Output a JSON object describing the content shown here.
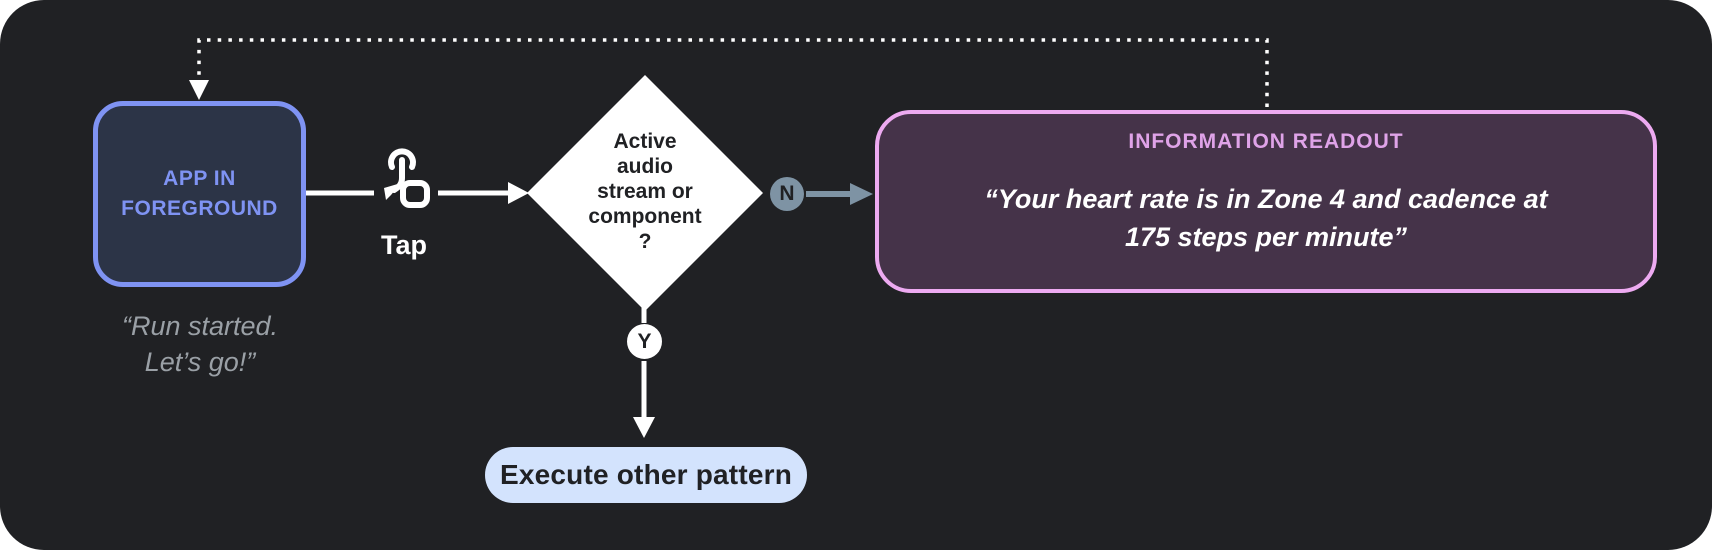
{
  "canvas": {
    "background": "#202124"
  },
  "app_node": {
    "label_line1": "APP IN",
    "label_line2": "FOREGROUND",
    "border_color": "#7f93f3",
    "fill": "#2c3447",
    "caption_line1": "“Run started.",
    "caption_line2": "Let’s go!”"
  },
  "tap_step": {
    "label": "Tap",
    "icon": "tap-gesture-icon"
  },
  "decision": {
    "lines": [
      "Active",
      "audio",
      "stream or",
      "component",
      "?"
    ],
    "fill": "#ffffff",
    "text_color": "#202124"
  },
  "branch_no": {
    "badge_label": "N",
    "color": "#7e93a4"
  },
  "branch_yes": {
    "badge_label": "Y",
    "color": "#ffffff"
  },
  "readout_node": {
    "title": "INFORMATION READOUT",
    "body_line1": "“Your heart rate is in Zone 4 and cadence at",
    "body_line2": "175 steps per minute”",
    "title_color": "#dfa3e8",
    "border_color": "#edaaf1",
    "fill": "#453349"
  },
  "action_node": {
    "label": "Execute other pattern",
    "fill": "#d3e3fd",
    "text_color": "#202124"
  }
}
